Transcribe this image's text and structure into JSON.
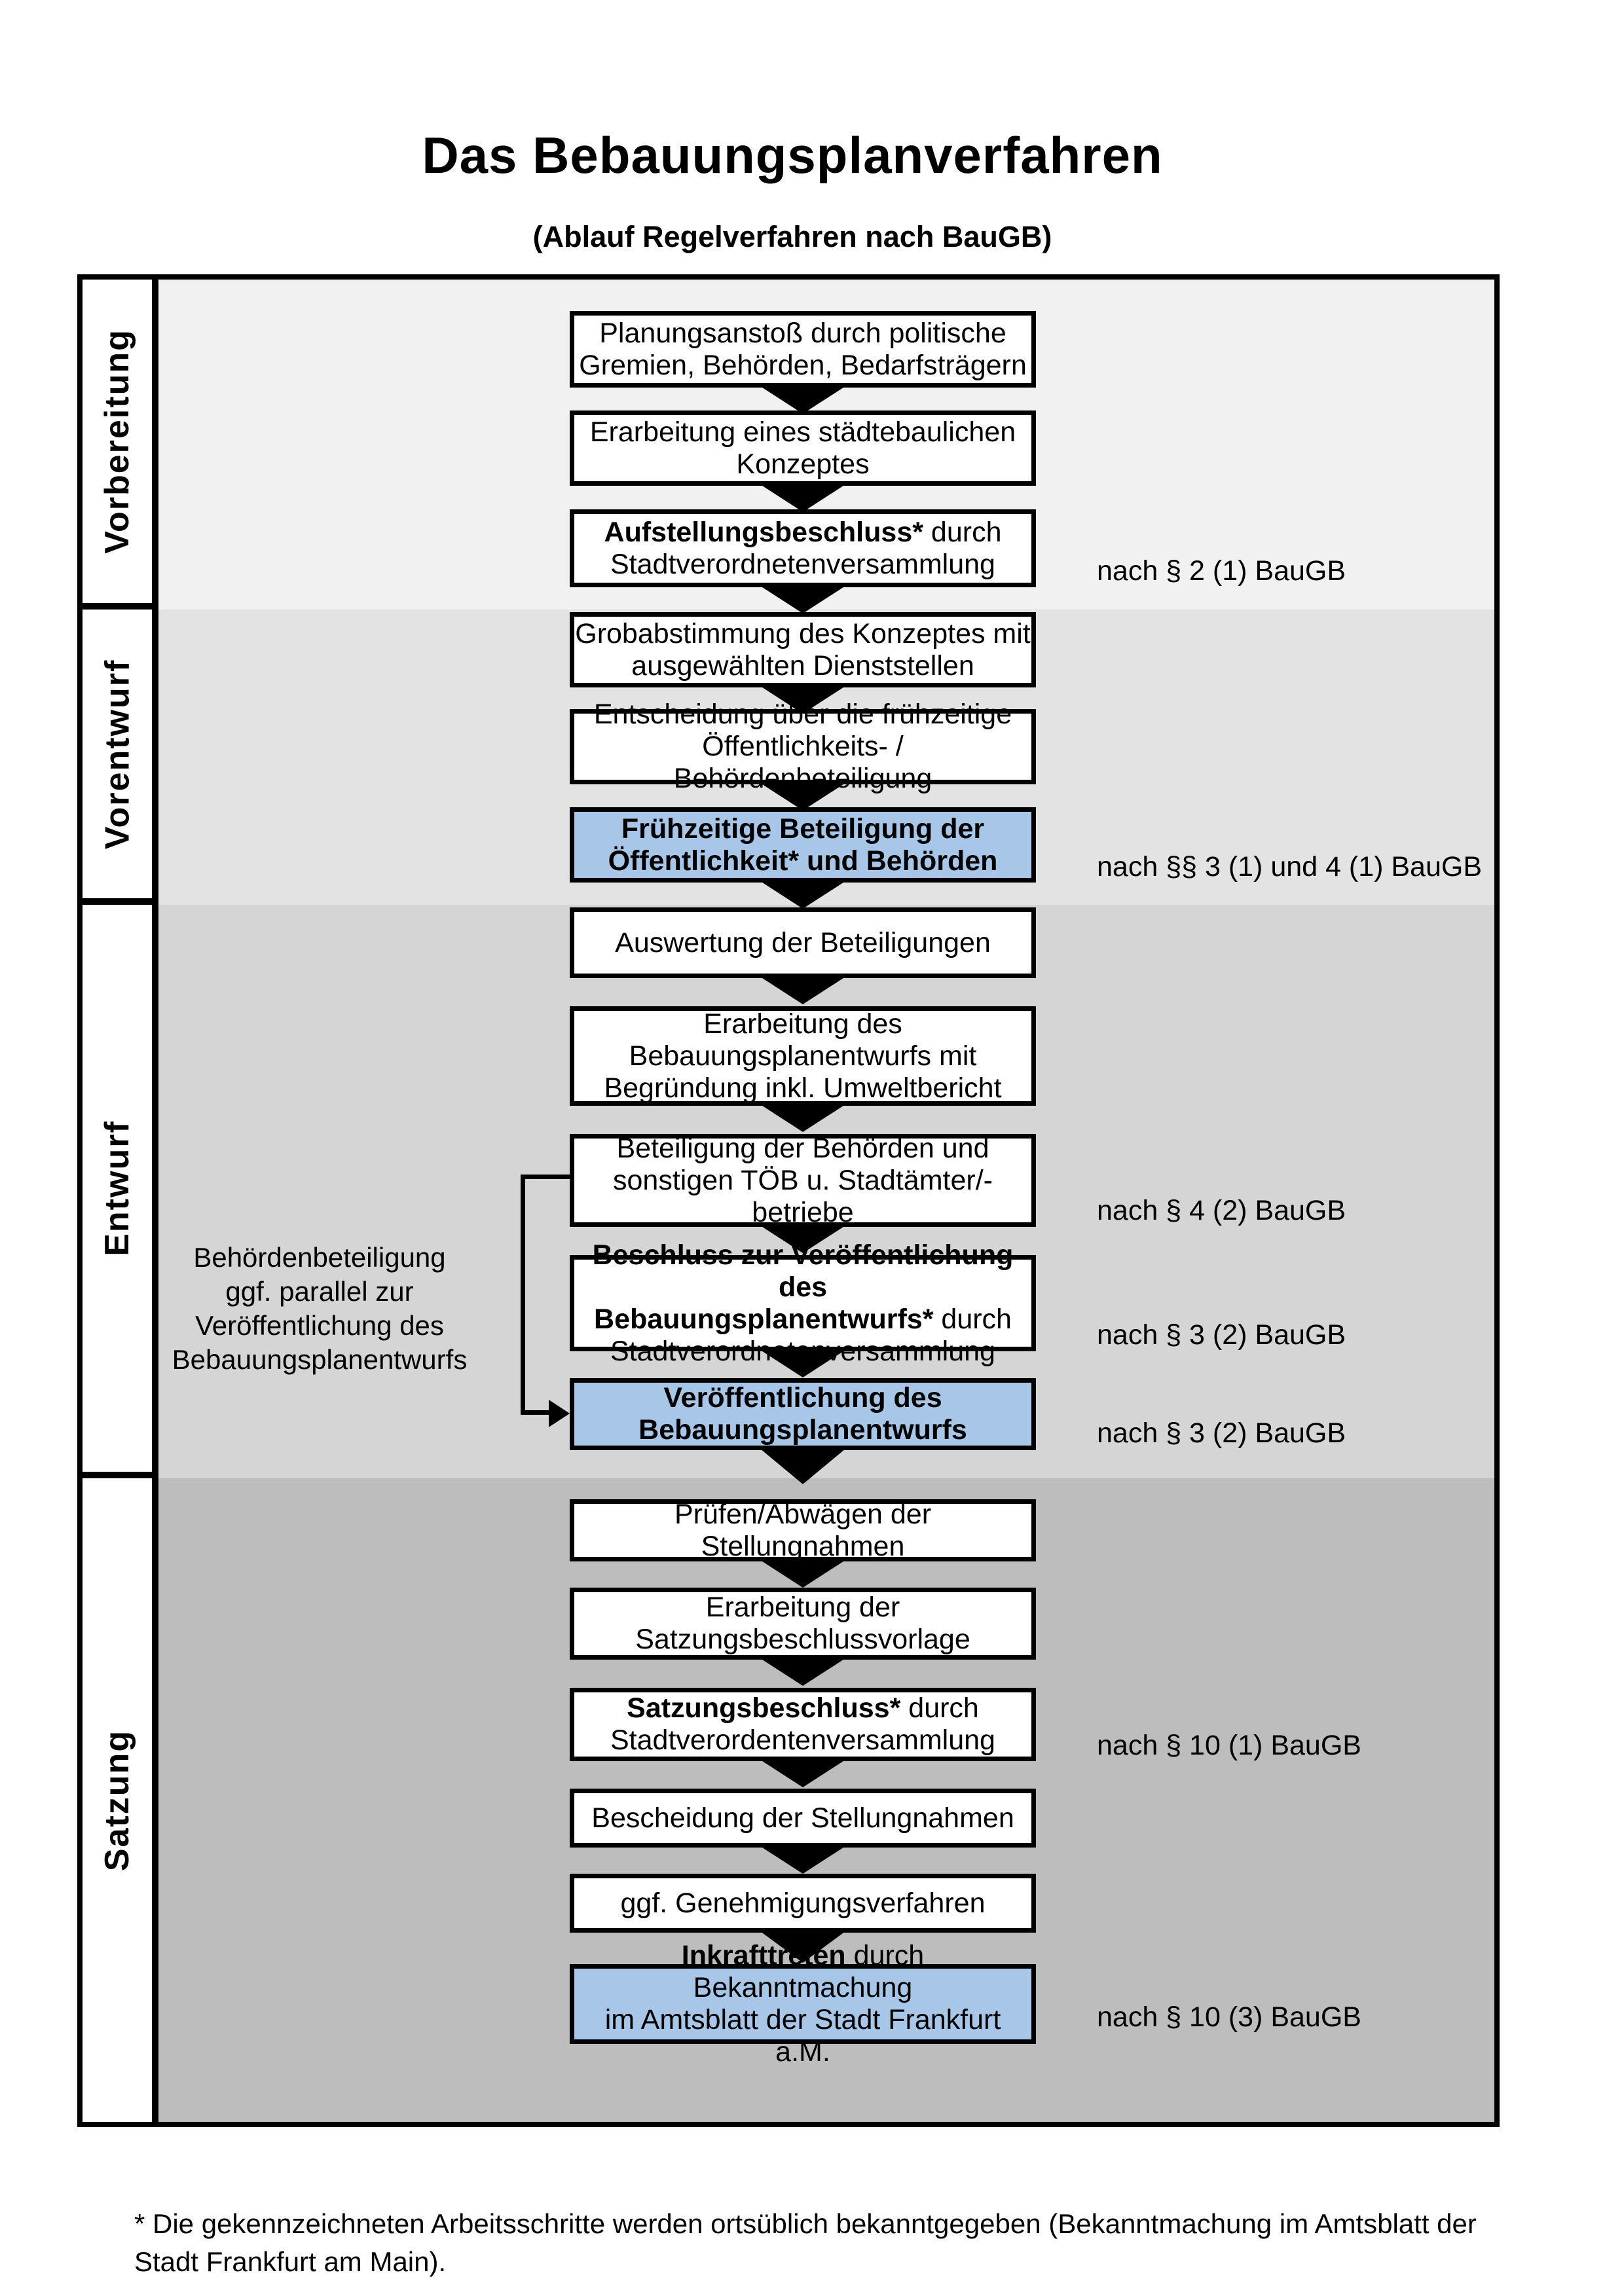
{
  "title": "Das Bebauungsplanverfahren",
  "subtitle": "(Ablauf Regelverfahren nach BauGB)",
  "colors": {
    "highlight_box": "#a8c7e8",
    "band_vorbereitung": "#f1f1f1",
    "band_vorentwurf": "#e3e3e3",
    "band_entwurf": "#d5d5d5",
    "band_satzung": "#bdbdbd"
  },
  "phases": [
    {
      "label": "Vorbereitung"
    },
    {
      "label": "Vorentwurf"
    },
    {
      "label": "Entwurf"
    },
    {
      "label": "Satzung"
    }
  ],
  "flow": {
    "boxes": [
      {
        "lines": [
          [
            {
              "text": "Planungsanstoß durch politische",
              "bold": false
            }
          ],
          [
            {
              "text": "Gremien, Behörden, Bedarfsträgern",
              "bold": false
            }
          ]
        ]
      },
      {
        "lines": [
          [
            {
              "text": "Erarbeitung eines städtebaulichen",
              "bold": false
            }
          ],
          [
            {
              "text": "Konzeptes",
              "bold": false
            }
          ]
        ]
      },
      {
        "lines": [
          [
            {
              "text": "Aufstellungsbeschluss*",
              "bold": true
            },
            {
              "text": " durch",
              "bold": false
            }
          ],
          [
            {
              "text": "Stadtverordnetenversammlung",
              "bold": false
            }
          ]
        ]
      },
      {
        "lines": [
          [
            {
              "text": "Grobabstimmung des Konzeptes mit",
              "bold": false
            }
          ],
          [
            {
              "text": "ausgewählten Dienststellen",
              "bold": false
            }
          ]
        ]
      },
      {
        "lines": [
          [
            {
              "text": "Entscheidung über die frühzeitige",
              "bold": false
            }
          ],
          [
            {
              "text": "Öffentlichkeits- / Behördenbeteiligung",
              "bold": false
            }
          ]
        ]
      },
      {
        "lines": [
          [
            {
              "text": "Frühzeitige Beteiligung der",
              "bold": true
            }
          ],
          [
            {
              "text": "Öffentlichkeit* und Behörden",
              "bold": true
            }
          ]
        ]
      },
      {
        "lines": [
          [
            {
              "text": "Auswertung der Beteiligungen",
              "bold": false
            }
          ]
        ]
      },
      {
        "lines": [
          [
            {
              "text": "Erarbeitung des",
              "bold": false
            }
          ],
          [
            {
              "text": "Bebauungsplanentwurfs mit",
              "bold": false
            }
          ],
          [
            {
              "text": "Begründung inkl. Umweltbericht",
              "bold": false
            }
          ]
        ]
      },
      {
        "lines": [
          [
            {
              "text": "Beteiligung der Behörden und",
              "bold": false
            }
          ],
          [
            {
              "text": "sonstigen TÖB u. Stadtämter/-betriebe",
              "bold": false
            }
          ]
        ]
      },
      {
        "lines": [
          [
            {
              "text": "Beschluss zur Veröffentlichung des",
              "bold": true
            }
          ],
          [
            {
              "text": "Bebauungsplanentwurfs*",
              "bold": true
            },
            {
              "text": " durch",
              "bold": false
            }
          ],
          [
            {
              "text": "Stadtverordnetenversammlung",
              "bold": false
            }
          ]
        ]
      },
      {
        "lines": [
          [
            {
              "text": "Veröffentlichung des",
              "bold": true
            }
          ],
          [
            {
              "text": "Bebauungsplanentwurfs",
              "bold": true
            }
          ]
        ]
      },
      {
        "lines": [
          [
            {
              "text": "Prüfen/Abwägen der Stellungnahmen",
              "bold": false
            }
          ]
        ]
      },
      {
        "lines": [
          [
            {
              "text": "Erarbeitung der",
              "bold": false
            }
          ],
          [
            {
              "text": "Satzungsbeschlussvorlage",
              "bold": false
            }
          ]
        ]
      },
      {
        "lines": [
          [
            {
              "text": "Satzungsbeschluss*",
              "bold": true
            },
            {
              "text": " durch",
              "bold": false
            }
          ],
          [
            {
              "text": "Stadtverordentenversammlung",
              "bold": false
            }
          ]
        ]
      },
      {
        "lines": [
          [
            {
              "text": "Bescheidung der Stellungnahmen",
              "bold": false
            }
          ]
        ]
      },
      {
        "lines": [
          [
            {
              "text": "ggf. Genehmigungsverfahren",
              "bold": false
            }
          ]
        ]
      },
      {
        "lines": [
          [
            {
              "text": "Inkrafttreten",
              "bold": true
            },
            {
              "text": " durch Bekanntmachung",
              "bold": false
            }
          ],
          [
            {
              "text": "im Amtsblatt der Stadt Frankfurt a.M.",
              "bold": false
            }
          ]
        ]
      }
    ]
  },
  "side_note": "Behördenbeteiligung\nggf. parallel zur\nVeröffentlichung des\nBebauungsplanentwurfs",
  "annotations": [
    "nach § 2 (1) BauGB",
    "nach §§ 3 (1) und 4 (1) BauGB",
    "nach § 4 (2) BauGB",
    "nach § 3 (2) BauGB",
    "nach § 3 (2) BauGB",
    "nach § 10 (1) BauGB",
    "nach § 10 (3) BauGB"
  ],
  "footnote": "* Die gekennzeichneten Arbeitsschritte werden ortsüblich bekanntgegeben (Bekanntmachung im Amtsblatt  der Stadt Frankfurt am Main)."
}
